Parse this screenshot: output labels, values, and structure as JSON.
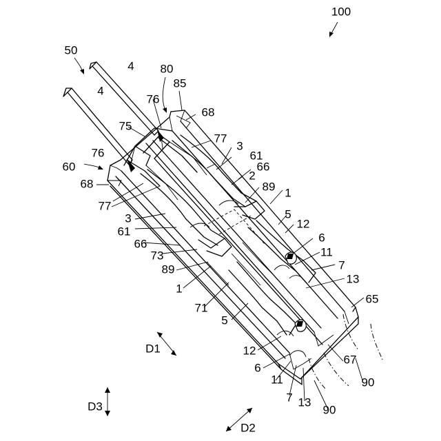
{
  "figure": {
    "labels": [
      {
        "id": "l100",
        "text": "100"
      },
      {
        "id": "l50",
        "text": "50"
      },
      {
        "id": "l4a",
        "text": "4"
      },
      {
        "id": "l4b",
        "text": "4"
      },
      {
        "id": "l80",
        "text": "80"
      },
      {
        "id": "l85",
        "text": "85"
      },
      {
        "id": "l76a",
        "text": "76"
      },
      {
        "id": "l68a",
        "text": "68"
      },
      {
        "id": "l75",
        "text": "75"
      },
      {
        "id": "l77a",
        "text": "77"
      },
      {
        "id": "l3a",
        "text": "3"
      },
      {
        "id": "l61a",
        "text": "61"
      },
      {
        "id": "l76b",
        "text": "76"
      },
      {
        "id": "l66a",
        "text": "66"
      },
      {
        "id": "l60",
        "text": "60"
      },
      {
        "id": "l2",
        "text": "2"
      },
      {
        "id": "l68b",
        "text": "68"
      },
      {
        "id": "l89a",
        "text": "89"
      },
      {
        "id": "l1a",
        "text": "1"
      },
      {
        "id": "l77b",
        "text": "77"
      },
      {
        "id": "l5a",
        "text": "5"
      },
      {
        "id": "l3b",
        "text": "3"
      },
      {
        "id": "l12a",
        "text": "12"
      },
      {
        "id": "l61b",
        "text": "61"
      },
      {
        "id": "l6a",
        "text": "6"
      },
      {
        "id": "l66b",
        "text": "66"
      },
      {
        "id": "l11a",
        "text": "11"
      },
      {
        "id": "l73",
        "text": "73"
      },
      {
        "id": "l7a",
        "text": "7"
      },
      {
        "id": "l89b",
        "text": "89"
      },
      {
        "id": "l13a",
        "text": "13"
      },
      {
        "id": "l1b",
        "text": "1"
      },
      {
        "id": "l65",
        "text": "65"
      },
      {
        "id": "l71",
        "text": "71"
      },
      {
        "id": "l5b",
        "text": "5"
      },
      {
        "id": "lD1",
        "text": "D1"
      },
      {
        "id": "l12b",
        "text": "12"
      },
      {
        "id": "l67",
        "text": "67"
      },
      {
        "id": "l6b",
        "text": "6"
      },
      {
        "id": "l90a",
        "text": "90"
      },
      {
        "id": "l11b",
        "text": "11"
      },
      {
        "id": "lD3",
        "text": "D3"
      },
      {
        "id": "l7b",
        "text": "7"
      },
      {
        "id": "l13b",
        "text": "13"
      },
      {
        "id": "l90b",
        "text": "90"
      },
      {
        "id": "lD2",
        "text": "D2"
      }
    ]
  }
}
